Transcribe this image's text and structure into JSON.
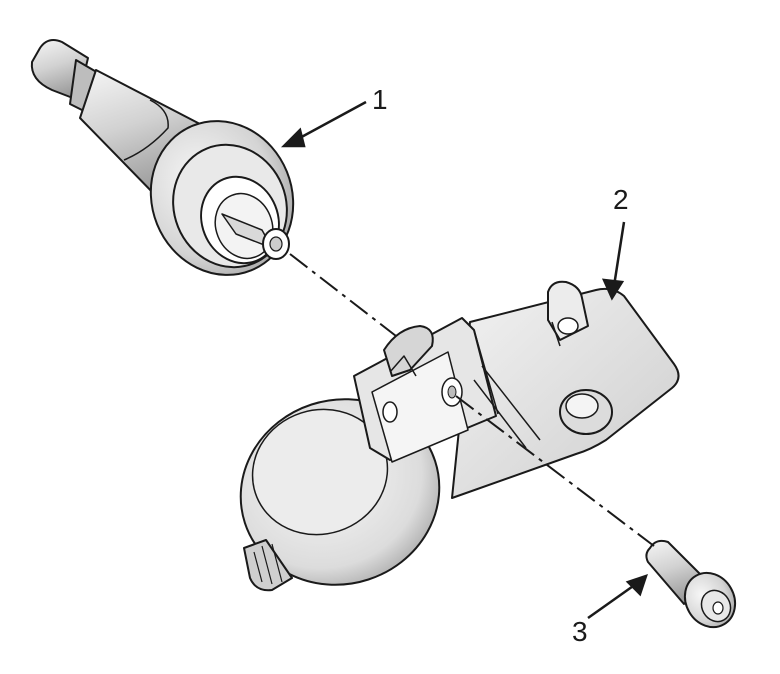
{
  "callouts": [
    {
      "id": "1",
      "label": "1"
    },
    {
      "id": "2",
      "label": "2"
    },
    {
      "id": "3",
      "label": "3"
    }
  ],
  "colors": {
    "line": "#1a1a1a",
    "metal_light": "#f0f0f0",
    "metal_mid": "#cfcfcf",
    "metal_dark": "#9a9a9a"
  }
}
